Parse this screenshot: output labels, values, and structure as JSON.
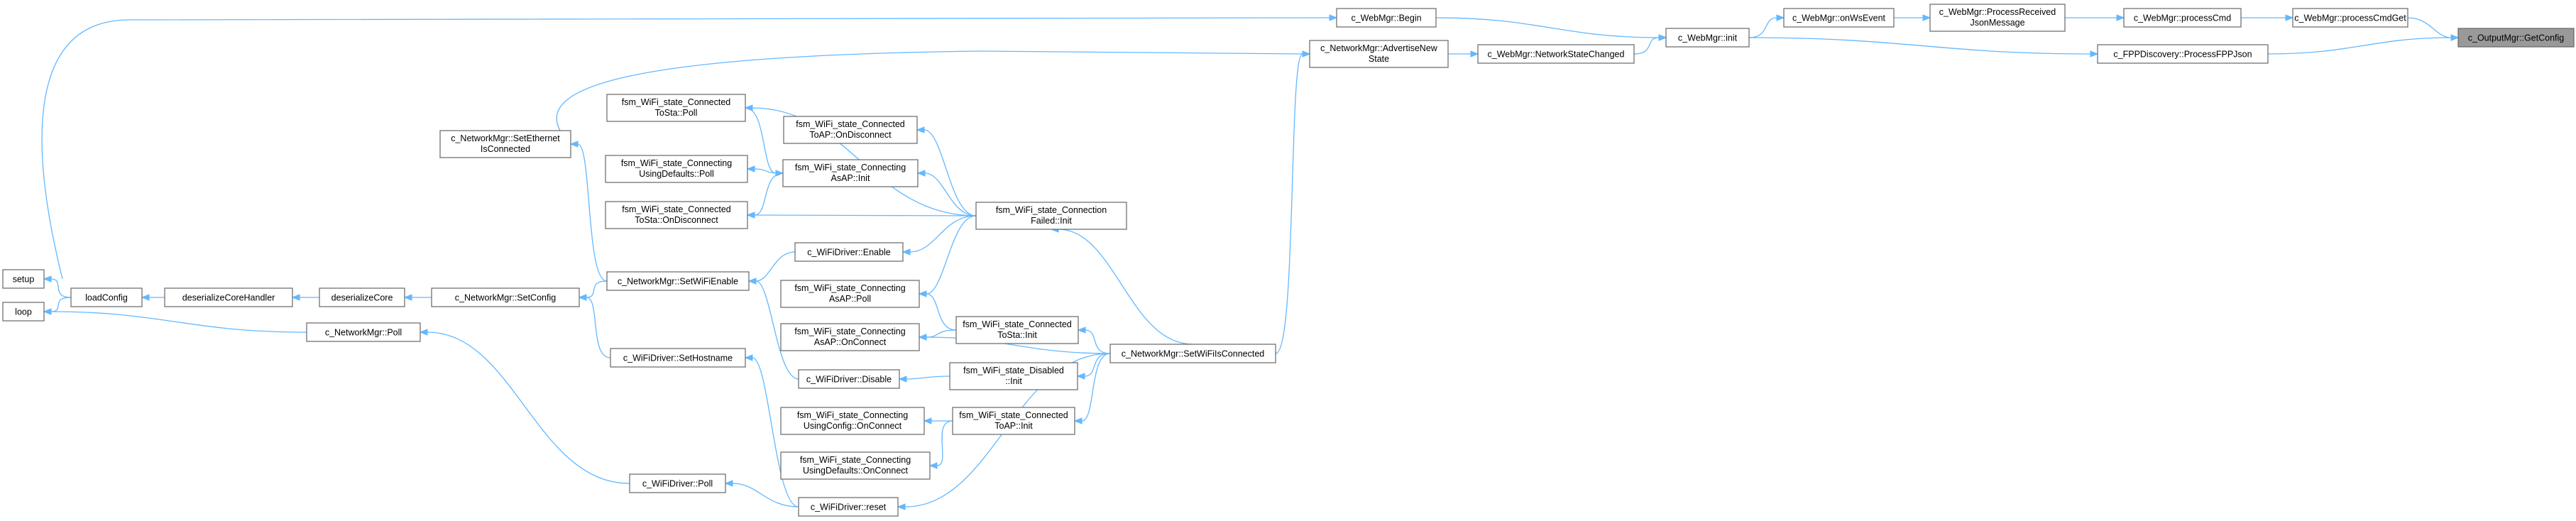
{
  "nodes": {
    "getConfig": [
      "c_OutputMgr::GetConfig"
    ],
    "processCmdGet": [
      "c_WebMgr::processCmdGet"
    ],
    "processCmd": [
      "c_WebMgr::processCmd"
    ],
    "processReceivedJson": [
      "c_WebMgr::ProcessReceived",
      "JsonMessage"
    ],
    "onWsEvent": [
      "c_WebMgr::onWsEvent"
    ],
    "webInit": [
      "c_WebMgr::init"
    ],
    "webBegin": [
      "c_WebMgr::Begin"
    ],
    "networkStateChanged": [
      "c_WebMgr::NetworkStateChanged"
    ],
    "fppProcess": [
      "c_FPPDiscovery::ProcessFPPJson"
    ],
    "advertiseNewState": [
      "c_NetworkMgr::AdvertiseNew",
      "State"
    ],
    "setup": [
      "setup"
    ],
    "loop": [
      "loop"
    ],
    "loadConfig": [
      "loadConfig"
    ],
    "deserializeCoreHandler": [
      "deserializeCoreHandler"
    ],
    "deserializeCore": [
      "deserializeCore"
    ],
    "netSetConfig": [
      "c_NetworkMgr::SetConfig"
    ],
    "netSetEthernet": [
      "c_NetworkMgr::SetEthernet",
      "IsConnected"
    ],
    "netSetWiFiEnable": [
      "c_NetworkMgr::SetWiFiEnable"
    ],
    "netPoll": [
      "c_NetworkMgr::Poll"
    ],
    "wifiSetHostname": [
      "c_WiFiDriver::SetHostname"
    ],
    "wifiPoll": [
      "c_WiFiDriver::Poll"
    ],
    "wifiReset": [
      "c_WiFiDriver::reset"
    ],
    "wifiEnable": [
      "c_WiFiDriver::Enable"
    ],
    "wifiDisable": [
      "c_WiFiDriver::Disable"
    ],
    "stConnToStaPoll": [
      "fsm_WiFi_state_Connected",
      "ToSta::Poll"
    ],
    "stConnToApOnDisconnect": [
      "fsm_WiFi_state_Connected",
      "ToAP::OnDisconnect"
    ],
    "stConnUsingDefaultsPoll": [
      "fsm_WiFi_state_Connecting",
      "UsingDefaults::Poll"
    ],
    "stConnToStaOnDisconnect": [
      "fsm_WiFi_state_Connected",
      "ToSta::OnDisconnect"
    ],
    "stConnectingAsApInit": [
      "fsm_WiFi_state_Connecting",
      "AsAP::Init"
    ],
    "stConnectionFailedInit": [
      "fsm_WiFi_state_Connection",
      "Failed::Init"
    ],
    "stConnectingAsApPoll": [
      "fsm_WiFi_state_Connecting",
      "AsAP::Poll"
    ],
    "stConnectingAsApOnConnect": [
      "fsm_WiFi_state_Connecting",
      "AsAP::OnConnect"
    ],
    "stConnectedToStaInit": [
      "fsm_WiFi_state_Connected",
      "ToSta::Init"
    ],
    "stDisabledInit": [
      "fsm_WiFi_state_Disabled",
      "::Init"
    ],
    "stConnUsingConfigOnConnect": [
      "fsm_WiFi_state_Connecting",
      "UsingConfig::OnConnect"
    ],
    "stConnectedToApInit": [
      "fsm_WiFi_state_Connected",
      "ToAP::Init"
    ],
    "stConnUsingDefaultsOnConnect": [
      "fsm_WiFi_state_Connecting",
      "UsingDefaults::OnConnect"
    ],
    "netSetWiFiIsConnected": [
      "c_NetworkMgr::SetWiFiIsConnected"
    ]
  },
  "colors": {
    "edge": "#63b8ff",
    "node_border": "#666666",
    "root_fill": "#999999",
    "node_fill": "#ffffff"
  }
}
